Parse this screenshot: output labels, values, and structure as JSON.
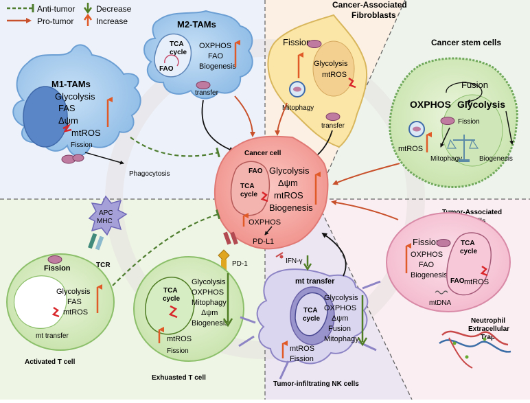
{
  "legend": {
    "anti_tumor": "Anti-tumor",
    "pro_tumor": "Pro-tumor",
    "decrease": "Decrease",
    "increase": "Increase"
  },
  "m1_tams": {
    "title": "M1-TAMs",
    "lines": [
      "Glycolysis",
      "FAS",
      "Δψm",
      "mtROS"
    ],
    "fission": "Fission",
    "phagocytosis": "Phagocytosis"
  },
  "m2_tams": {
    "title": "M2-TAMs",
    "tca": [
      "TCA",
      "cycle"
    ],
    "fao": "FAO",
    "lines": [
      "OXPHOS",
      "FAO",
      "Biogenesis"
    ],
    "transfer": "transfer"
  },
  "caf": {
    "title": [
      "Cancer-Associated",
      "Fibroblasts"
    ],
    "fission": "Fission",
    "lines": [
      "Glycolysis",
      "mtROS"
    ],
    "mitophagy": "Mitophagy",
    "transfer": "transfer"
  },
  "csc": {
    "title": "Cancer stem cells",
    "fusion": "Fusion",
    "oxphos": "OXPHOS",
    "glycolysis": "Glycolysis",
    "fission": "Fission",
    "mtros": "mtROS",
    "mitophagy": "Mitophagy",
    "biogenesis": "Biogenesis"
  },
  "cancer_cell": {
    "title": "Cancer cell",
    "fao": "FAO",
    "tca": [
      "TCA",
      "cycle"
    ],
    "lines": [
      "Glycolysis",
      "Δψm",
      "mtROS",
      "Biogenesis"
    ],
    "oxphos": "OXPHOS",
    "pdl1": "PD-L1"
  },
  "tan": {
    "title": [
      "Tumor-Associated",
      "Neutrophils"
    ],
    "fission": "Fission",
    "lines": [
      "OXPHOS",
      "FAO",
      "Biogenesis"
    ],
    "tca": [
      "TCA",
      "cycle"
    ],
    "fao": "FAO",
    "mtros": "mtROS",
    "mtdna": "mtDNA",
    "net": [
      "Neutrophil",
      "Extracellular",
      "Trap"
    ]
  },
  "apc": {
    "label": [
      "APC",
      "MHC"
    ],
    "tcr": "TCR"
  },
  "activated_t": {
    "fission": "Fission",
    "lines": [
      "Glycolysis",
      "FAS",
      "mtROS"
    ],
    "transfer": "mt transfer",
    "caption": "Activated T cell"
  },
  "exhausted_t": {
    "pd1": "PD-1",
    "lines": [
      "Glycolysis",
      "OXPHOS",
      "Mitophagy",
      "Δψm",
      "Biogenesis"
    ],
    "tca": [
      "TCA",
      "cycle"
    ],
    "mtros": "mtROS",
    "fission": "Fission",
    "caption": "Exhuasted T cell"
  },
  "nk": {
    "ifn": "IFN-γ",
    "mt_transfer": "mt transfer",
    "tca": [
      "TCA",
      "cycle"
    ],
    "lines": [
      "Glycolysis",
      "OXPHOS",
      "Δψm",
      "Fusion",
      "Mitophagy"
    ],
    "mtros": "mtROS",
    "fission": "Fission",
    "caption": "Tumor-infiltrating NK cells"
  },
  "colors": {
    "pro": "#c8502a",
    "anti": "#4e7d2f",
    "increase": "#e05a28",
    "decrease": "#4f7d24",
    "mito_pink": "#c07ca0",
    "cancer_fill": "#f4a49e"
  }
}
